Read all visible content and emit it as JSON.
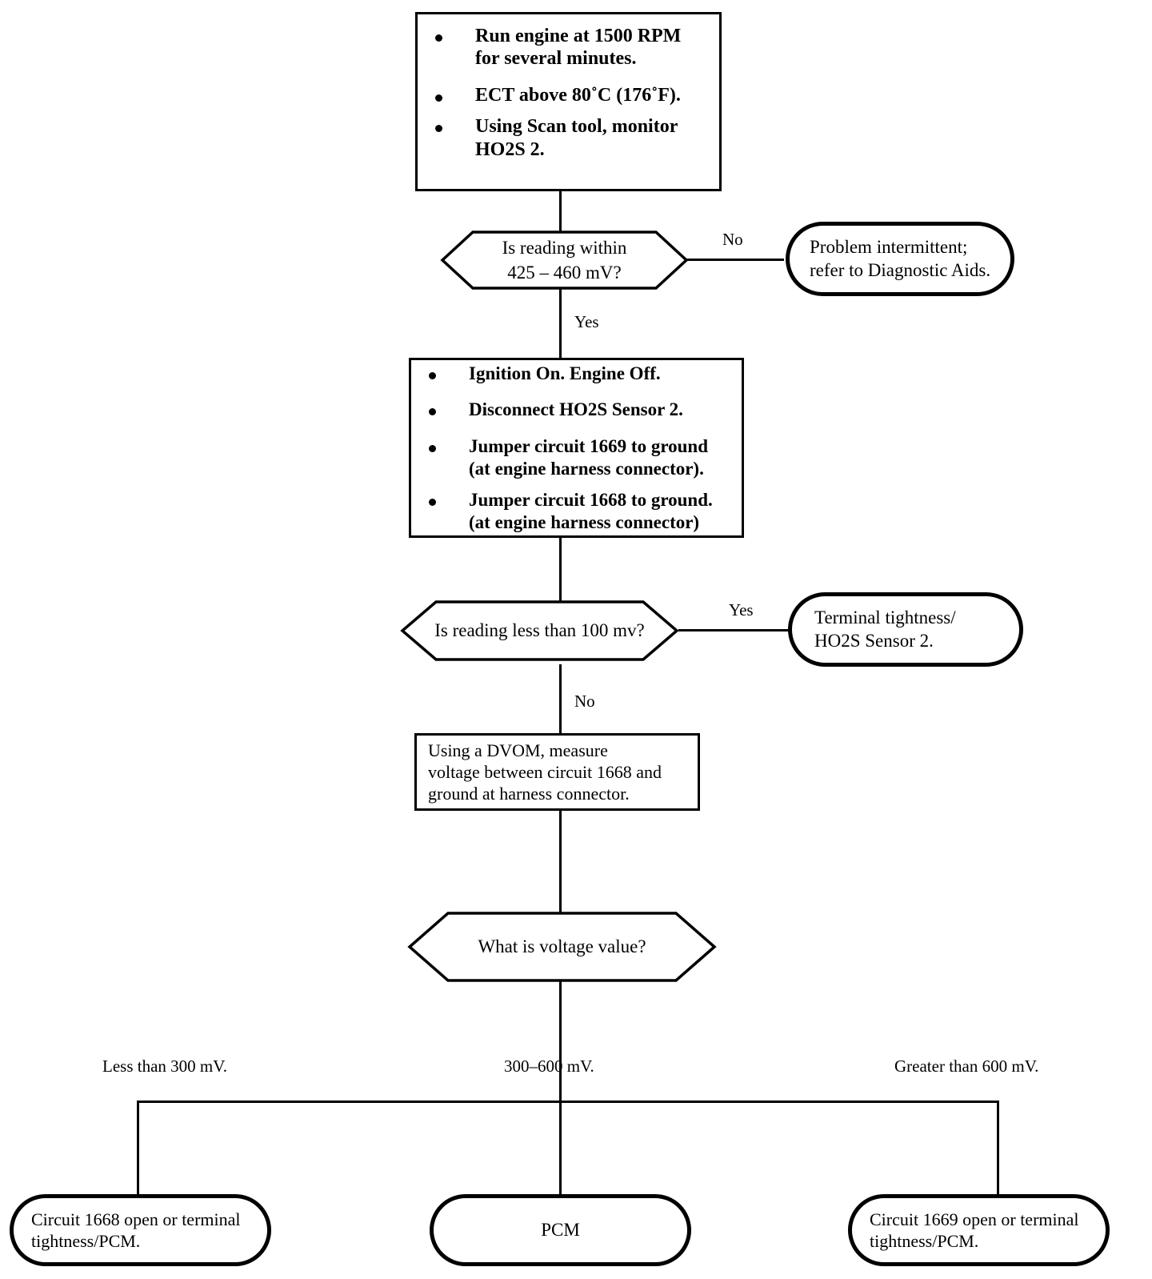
{
  "diagram": {
    "title": "HO2S Sensor 2 Diagnostic Flowchart",
    "type": "flowchart",
    "line_color": "#000000",
    "background_color": "#ffffff"
  },
  "nodes": {
    "start_box": {
      "shape": "process",
      "bullets": [
        "Run engine at 1500 RPM\nfor several minutes.",
        "ECT above 80˚C (176˚F).",
        "Using Scan tool, monitor\nHO2S 2."
      ]
    },
    "decision_1": {
      "shape": "decision",
      "text": "Is reading within\n425  –  460 mV?"
    },
    "terminal_1": {
      "shape": "terminator",
      "text": "Problem intermittent;\nrefer to Diagnostic Aids."
    },
    "action_box": {
      "shape": "process",
      "bullets": [
        "Ignition On. Engine Off.",
        "Disconnect HO2S Sensor 2.",
        "Jumper circuit 1669 to ground\n(at engine harness connector).",
        "Jumper circuit 1668 to ground.\n(at engine harness connector)"
      ]
    },
    "decision_2": {
      "shape": "decision",
      "text": "Is reading less than 100 mv?"
    },
    "terminal_2": {
      "shape": "terminator",
      "text": "Terminal tightness/\nHO2S Sensor 2."
    },
    "dvom_box": {
      "shape": "process",
      "text": "Using a DVOM, measure\nvoltage between circuit 1668 and\nground at harness connector."
    },
    "decision_3": {
      "shape": "decision",
      "text": "What is voltage value?"
    },
    "result_left": {
      "shape": "terminator",
      "text": "Circuit 1668 open or terminal\ntightness/PCM."
    },
    "result_center": {
      "shape": "terminator",
      "text": "PCM"
    },
    "result_right": {
      "shape": "terminator",
      "text": "Circuit 1669 open or terminal\ntightness/PCM."
    }
  },
  "edge_labels": {
    "d1_no": "No",
    "d1_yes": "Yes",
    "d2_yes": "Yes",
    "d2_no": "No",
    "branch_left": "Less than 300 mV.",
    "branch_center": "300–600 mV.",
    "branch_right": "Greater than 600 mV."
  },
  "chart_data": {
    "type": "table",
    "title": "HO2S Sensor 2 Diagnostic Flowchart",
    "steps": [
      {
        "id": "start_box",
        "kind": "process",
        "label": "Run engine at 1500 RPM for several minutes. / ECT above 80˚C (176˚F). / Using Scan tool, monitor HO2S 2."
      },
      {
        "id": "decision_1",
        "kind": "decision",
        "label": "Is reading within 425 – 460 mV?"
      },
      {
        "id": "terminal_1",
        "kind": "terminator",
        "label": "Problem intermittent; refer to Diagnostic Aids."
      },
      {
        "id": "action_box",
        "kind": "process",
        "label": "Ignition On. Engine Off. / Disconnect HO2S Sensor 2. / Jumper circuit 1669 to ground (at engine harness connector). / Jumper circuit 1668 to ground. (at engine harness connector)"
      },
      {
        "id": "decision_2",
        "kind": "decision",
        "label": "Is reading less than 100 mv?"
      },
      {
        "id": "terminal_2",
        "kind": "terminator",
        "label": "Terminal tightness/HO2S Sensor 2."
      },
      {
        "id": "dvom_box",
        "kind": "process",
        "label": "Using a DVOM, measure voltage between circuit 1668 and ground at harness connector."
      },
      {
        "id": "decision_3",
        "kind": "decision",
        "label": "What is voltage value?"
      },
      {
        "id": "result_left",
        "kind": "terminator",
        "label": "Circuit 1668 open or terminal tightness/PCM."
      },
      {
        "id": "result_center",
        "kind": "terminator",
        "label": "PCM"
      },
      {
        "id": "result_right",
        "kind": "terminator",
        "label": "Circuit 1669 open or terminal tightness/PCM."
      }
    ],
    "edges": [
      {
        "from": "start_box",
        "to": "decision_1",
        "label": ""
      },
      {
        "from": "decision_1",
        "to": "terminal_1",
        "label": "No"
      },
      {
        "from": "decision_1",
        "to": "action_box",
        "label": "Yes"
      },
      {
        "from": "action_box",
        "to": "decision_2",
        "label": ""
      },
      {
        "from": "decision_2",
        "to": "terminal_2",
        "label": "Yes"
      },
      {
        "from": "decision_2",
        "to": "dvom_box",
        "label": "No"
      },
      {
        "from": "dvom_box",
        "to": "decision_3",
        "label": ""
      },
      {
        "from": "decision_3",
        "to": "result_left",
        "label": "Less than 300 mV."
      },
      {
        "from": "decision_3",
        "to": "result_center",
        "label": "300–600 mV."
      },
      {
        "from": "decision_3",
        "to": "result_right",
        "label": "Greater than 600 mV."
      }
    ]
  }
}
